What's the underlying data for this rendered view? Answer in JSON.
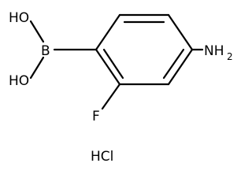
{
  "structure": {
    "labels": {
      "boron": "B",
      "hydroxyl_top": "HO",
      "hydroxyl_bottom": "HO",
      "fluorine": "F",
      "amine_prefix": "NH",
      "amine_subscript": "2",
      "salt": "HCl"
    },
    "colors": {
      "bond": "#000000",
      "label": "#000000",
      "background": "#ffffff"
    }
  }
}
